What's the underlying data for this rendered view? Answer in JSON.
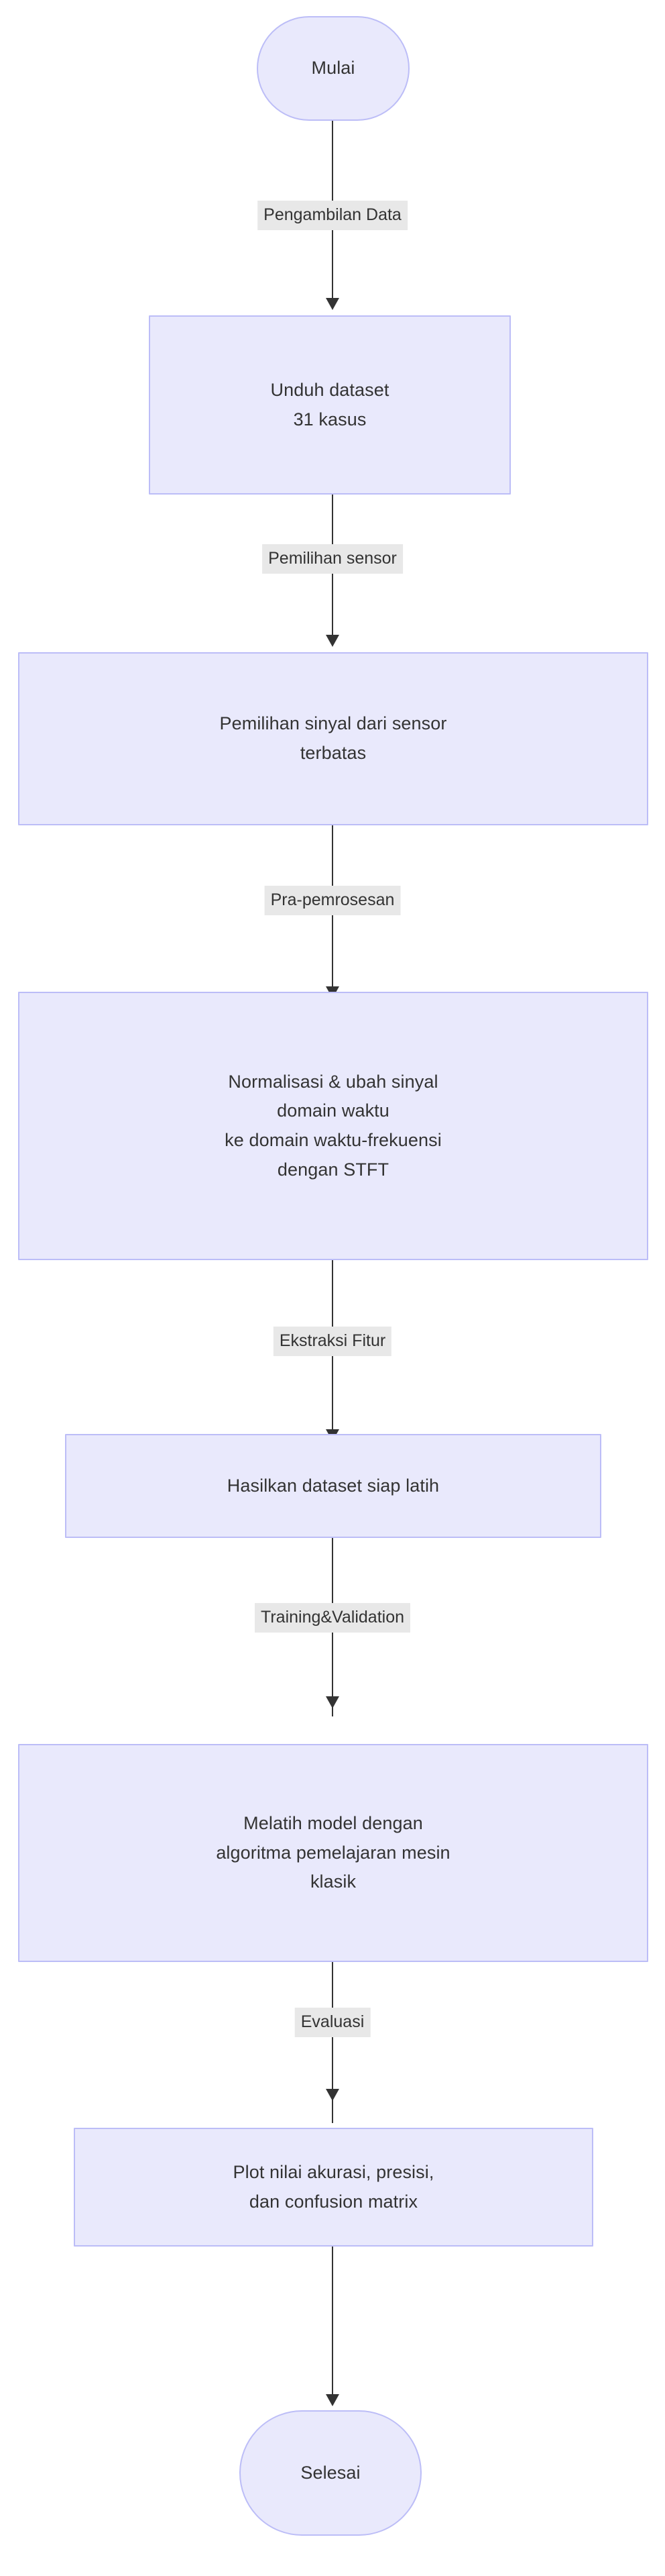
{
  "diagram": {
    "type": "flowchart",
    "orientation": "top-to-bottom",
    "language": "id",
    "colors": {
      "node_fill": "#e9e9fc",
      "node_border": "#bcbdf7",
      "edge_line": "#333333",
      "edge_label_background": "#e8e8e8",
      "text": "#333333",
      "canvas_background": "#ffffff"
    },
    "nodes": [
      {
        "id": "mulai",
        "shape": "terminal",
        "label": "Mulai"
      },
      {
        "id": "unduh",
        "shape": "process",
        "label": "Unduh dataset\n31 kasus"
      },
      {
        "id": "pemilihan",
        "shape": "process",
        "label": "Pemilihan sinyal dari sensor\nterbatas"
      },
      {
        "id": "normalisasi",
        "shape": "process",
        "label": "Normalisasi & ubah sinyal\ndomain waktu\nke domain waktu-frekuensi\ndengan STFT"
      },
      {
        "id": "hasilkan",
        "shape": "process",
        "label": "Hasilkan dataset siap latih"
      },
      {
        "id": "melatih",
        "shape": "process",
        "label": "Melatih model dengan\nalgoritma pemelajaran mesin\nklasik"
      },
      {
        "id": "plot",
        "shape": "process",
        "label": "Plot nilai akurasi, presisi,\ndan confusion matrix"
      },
      {
        "id": "selesai",
        "shape": "terminal",
        "label": "Selesai"
      }
    ],
    "edges": [
      {
        "from": "mulai",
        "to": "unduh",
        "label": "Pengambilan Data"
      },
      {
        "from": "unduh",
        "to": "pemilihan",
        "label": "Pemilihan sensor"
      },
      {
        "from": "pemilihan",
        "to": "normalisasi",
        "label": "Pra-pemrosesan"
      },
      {
        "from": "normalisasi",
        "to": "hasilkan",
        "label": "Ekstraksi Fitur"
      },
      {
        "from": "hasilkan",
        "to": "melatih",
        "label": "Training&Validation"
      },
      {
        "from": "melatih",
        "to": "plot",
        "label": "Evaluasi"
      },
      {
        "from": "plot",
        "to": "selesai",
        "label": ""
      }
    ]
  }
}
